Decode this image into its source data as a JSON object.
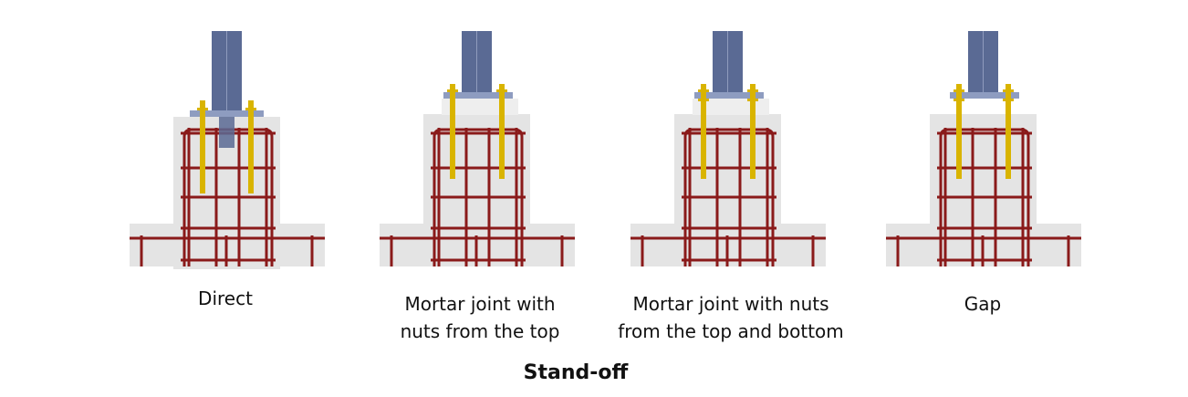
{
  "title": "Stand-off",
  "colors": {
    "concrete": "#e4e4e4",
    "column": "#5a6a94",
    "plate": "#8e9cc0",
    "bolt": "#d9b400",
    "rebar": "#8a1a1a"
  },
  "panels": [
    {
      "id": "direct",
      "label": "Direct",
      "type": "direct"
    },
    {
      "id": "mortar-top",
      "label": "Mortar joint with\nnuts from the top",
      "type": "mortar-top"
    },
    {
      "id": "mortar-top-bottom",
      "label": "Mortar joint with nuts\nfrom the top and bottom",
      "type": "mortar-both"
    },
    {
      "id": "gap",
      "label": "Gap",
      "type": "gap"
    }
  ]
}
